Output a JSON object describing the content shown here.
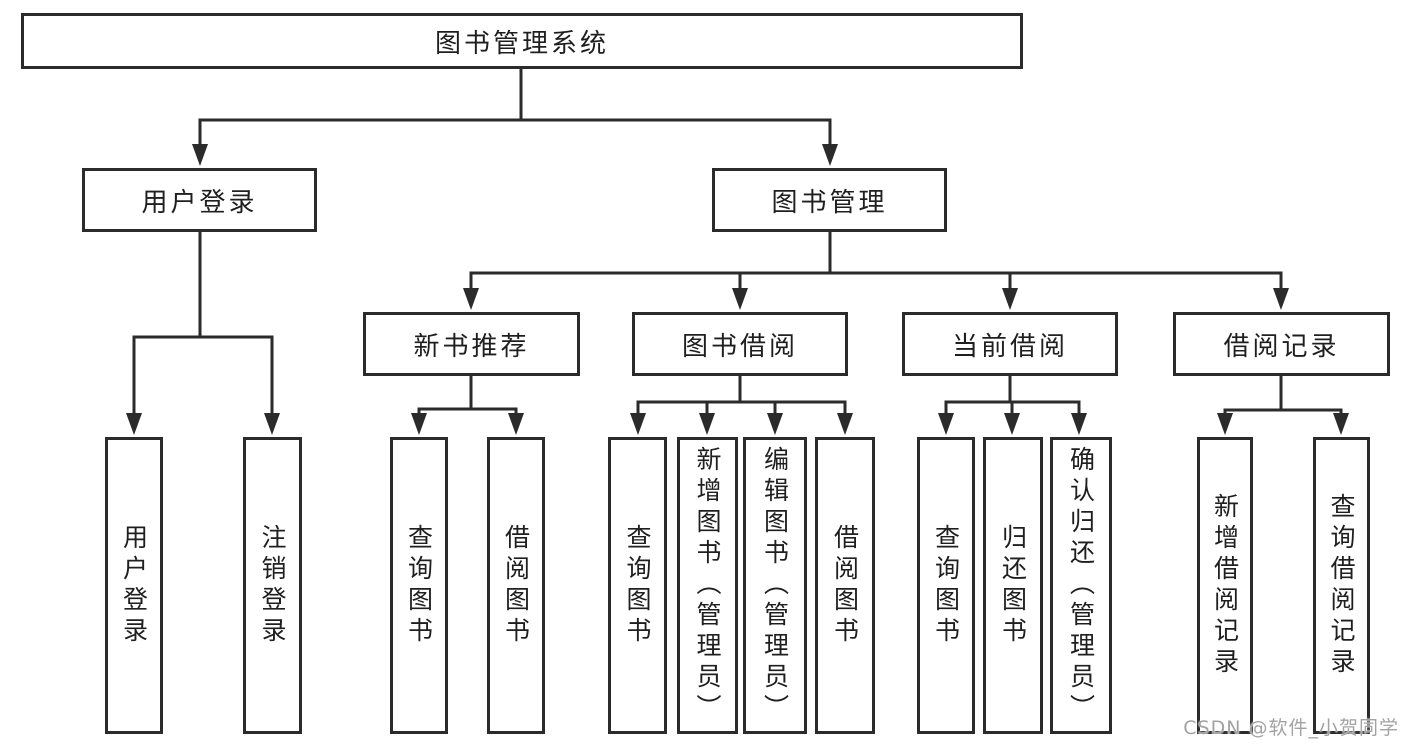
{
  "diagram": {
    "root": {
      "label": "图书管理系统",
      "children": [
        {
          "label": "用户登录",
          "children": [
            {
              "label": "用户登录"
            },
            {
              "label": "注销登录"
            }
          ]
        },
        {
          "label": "图书管理",
          "children": [
            {
              "label": "新书推荐",
              "children": [
                {
                  "label": "查询图书"
                },
                {
                  "label": "借阅图书"
                }
              ]
            },
            {
              "label": "图书借阅",
              "children": [
                {
                  "label": "查询图书"
                },
                {
                  "label": "新增图书（管理员）"
                },
                {
                  "label": "编辑图书（管理员）"
                },
                {
                  "label": "借阅图书"
                }
              ]
            },
            {
              "label": "当前借阅",
              "children": [
                {
                  "label": "查询图书"
                },
                {
                  "label": "归还图书"
                },
                {
                  "label": "确认归还（管理员）"
                }
              ]
            },
            {
              "label": "借阅记录",
              "children": [
                {
                  "label": "新增借阅记录"
                },
                {
                  "label": "查询借阅记录"
                }
              ]
            }
          ]
        }
      ]
    },
    "watermark": "CSDN @软件_小贺同学",
    "colors": {
      "line": "#2b2b2b",
      "text": "#1f1f1f",
      "watermark": "#a3a3a3",
      "background": "#ffffff"
    }
  }
}
